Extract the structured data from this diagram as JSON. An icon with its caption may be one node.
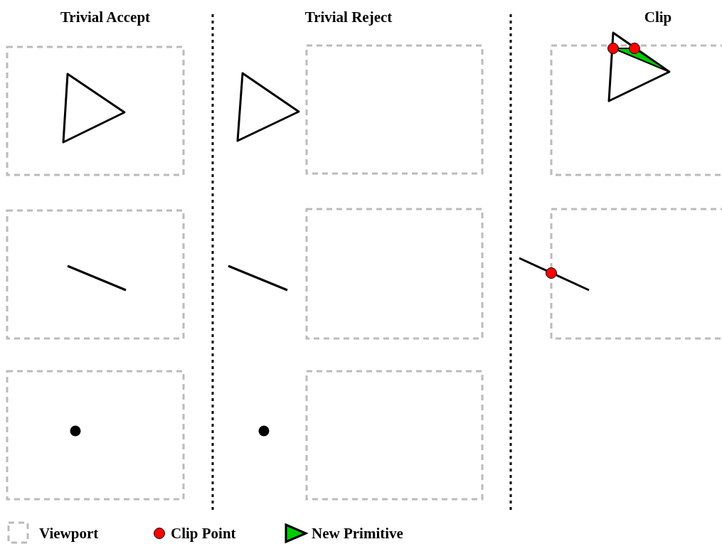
{
  "diagram": {
    "labels": [
      "Trivial Accept",
      "Trivial Reject",
      "Clip"
    ],
    "legend": [
      {
        "text": "Viewport"
      },
      {
        "text": "Clip Point",
        "color": "#ff0000"
      },
      {
        "text": "New Primitive",
        "color": "#00cc00"
      }
    ]
  }
}
